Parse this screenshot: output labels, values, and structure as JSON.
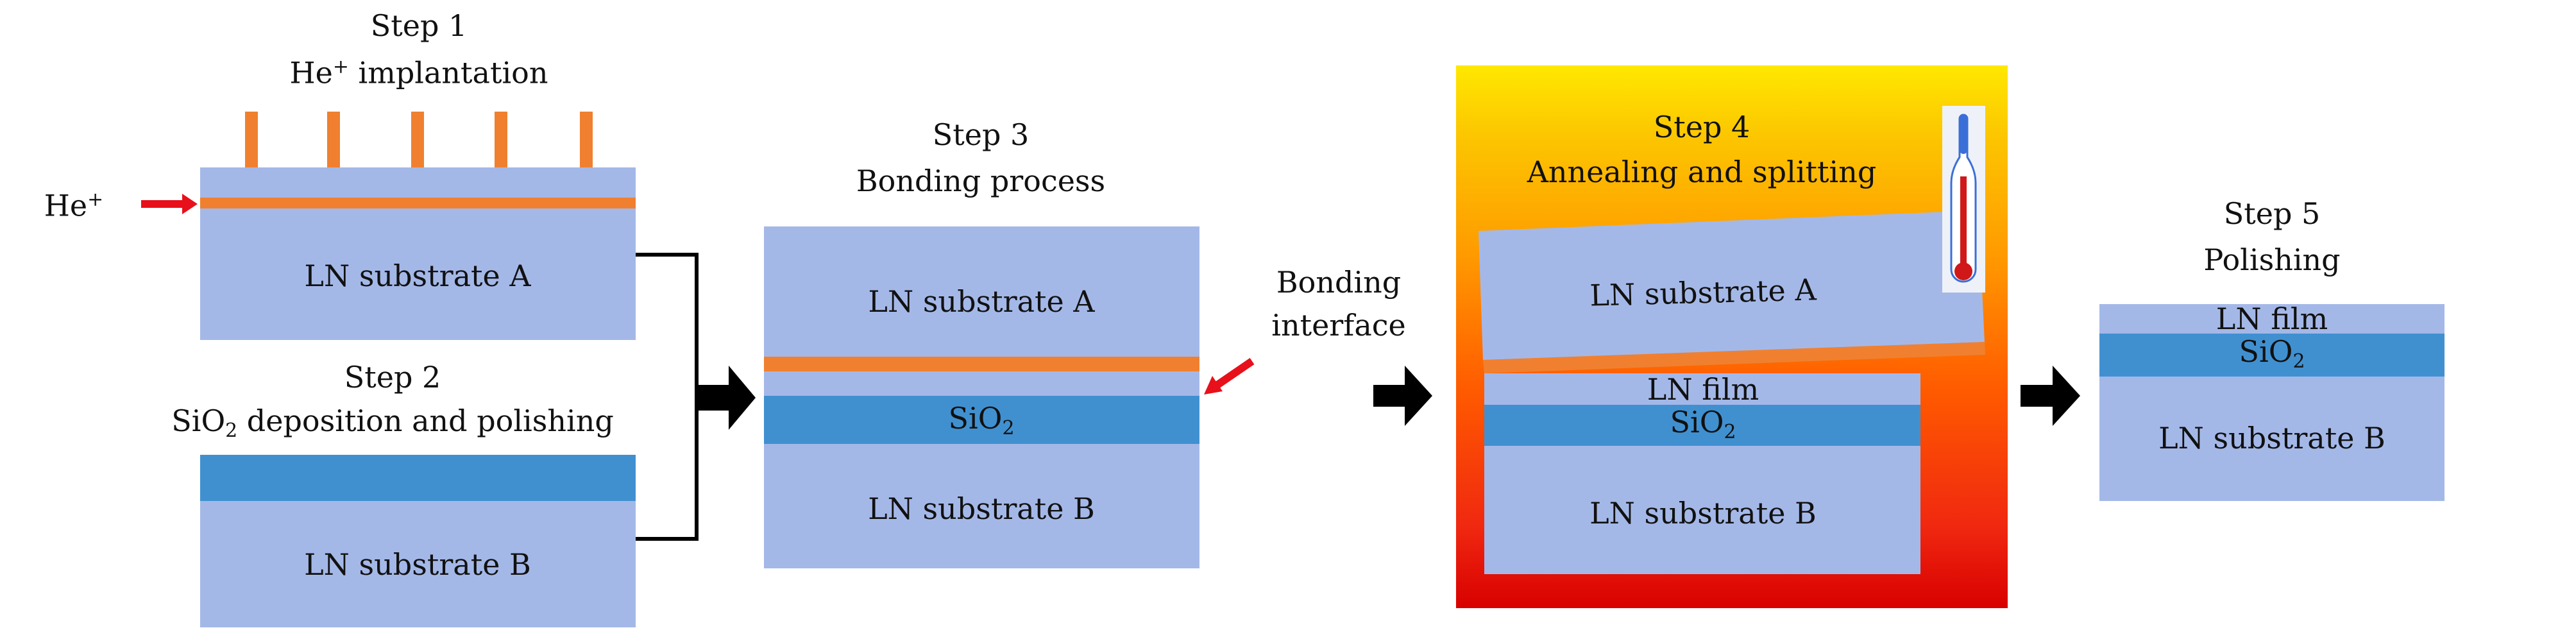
{
  "colors": {
    "ln": "#a4b8e8",
    "implant": "#f08030",
    "sio2": "#4090d0",
    "ion_arrow": "#e8101a",
    "heat_top": "#ffe800",
    "heat_bottom": "#d80000"
  },
  "step1": {
    "title": "Step 1",
    "subtitle_base": "He",
    "subtitle_sup": "+",
    "subtitle_rest": " implantation",
    "ion_label_base": "He",
    "ion_label_sup": "+",
    "substrate": "LN substrate A"
  },
  "step2": {
    "title": "Step 2",
    "sub_base": "SiO",
    "sub_sub": "2",
    "sub_rest": " deposition and polishing",
    "substrate": "LN substrate B"
  },
  "step3": {
    "title": "Step 3",
    "subtitle": "Bonding process",
    "substrate_a": "LN substrate A",
    "sio2_base": "SiO",
    "sio2_sub": "2",
    "substrate_b": "LN substrate B",
    "interface_line1": "Bonding",
    "interface_line2": "interface"
  },
  "step4": {
    "title": "Step 4",
    "subtitle": "Annealing and splitting",
    "substrate_a": "LN substrate A",
    "film": "LN film",
    "sio2_base": "SiO",
    "sio2_sub": "2",
    "substrate_b": "LN substrate B",
    "icon": "thermometer-icon"
  },
  "step5": {
    "title": "Step 5",
    "subtitle": "Polishing",
    "film": "LN film",
    "sio2_base": "SiO",
    "sio2_sub": "2",
    "substrate_b": "LN substrate B"
  }
}
